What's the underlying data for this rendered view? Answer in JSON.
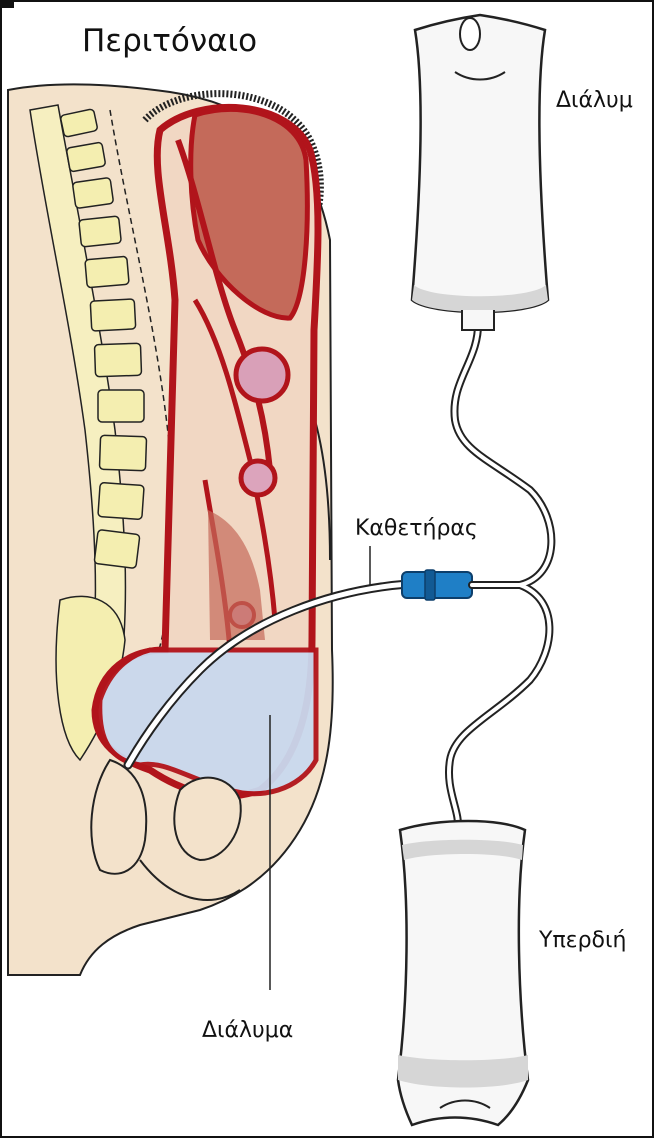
{
  "figure": {
    "title": "Περιτόναιο",
    "labels": {
      "fresh_solution_bag": "Διάλυμ",
      "catheter": "Καθετήρας",
      "drainage_bag": "Υπερδιή",
      "solution_in_cavity": "Διάλυμα"
    }
  },
  "colors": {
    "peritoneum_red": "#b1141b",
    "organ_fill": "#c46a5a",
    "skin": "#f3e2cb",
    "spine_yellow": "#f4eeb0",
    "fluid_blue": "#c9d9ee",
    "connector_blue": "#1f7fc6",
    "bag_fill": "#f7f7f7",
    "bag_shade": "#d6d6d6",
    "outline": "#222222"
  }
}
